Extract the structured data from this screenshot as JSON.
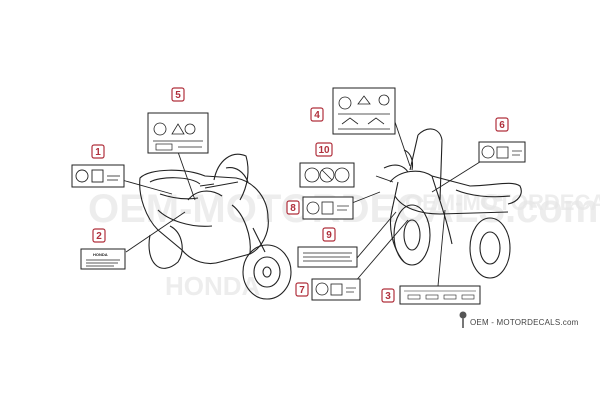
{
  "callouts": [
    {
      "id": "1",
      "label": "1"
    },
    {
      "id": "2",
      "label": "2"
    },
    {
      "id": "3",
      "label": "3"
    },
    {
      "id": "4",
      "label": "4"
    },
    {
      "id": "5",
      "label": "5"
    },
    {
      "id": "6",
      "label": "6"
    },
    {
      "id": "7",
      "label": "7"
    },
    {
      "id": "8",
      "label": "8"
    },
    {
      "id": "9",
      "label": "9"
    },
    {
      "id": "10",
      "label": "10"
    }
  ],
  "label_text": {
    "honda_plate": "HONDA"
  },
  "watermark": {
    "brand": "HONDA",
    "site": "OEM-MOTORDECALS.com"
  },
  "footer": {
    "credit": "OEM - MOTORDECALS.com"
  },
  "colors": {
    "callout": "#b0303c",
    "line": "#222222",
    "watermark": "#e6e6e6"
  }
}
